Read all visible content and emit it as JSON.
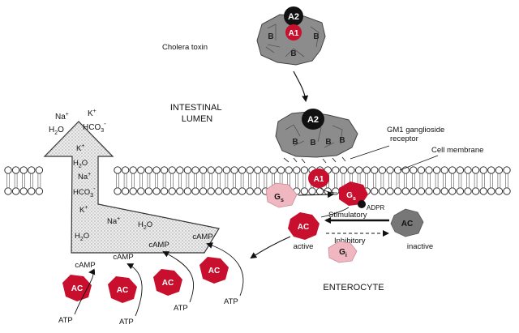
{
  "labels": {
    "toxin": "Cholera toxin",
    "lumen_line1": "INTESTINAL",
    "lumen_line2": "LUMEN",
    "receptor_line1": "GM1 ganglioside",
    "receptor_line2": "receptor",
    "membrane": "Cell membrane",
    "enterocyte": "ENTEROCYTE",
    "stimulatory": "Stimulatory",
    "inhibitory": "Inhibitory",
    "active": "active",
    "inactive": "inactive",
    "adpr": "ADPR"
  },
  "subunits": {
    "a2": "A2",
    "a1": "A1",
    "b": "B",
    "ac": "AC",
    "gs": "Gs",
    "gi": "Gi"
  },
  "ions": {
    "na": "Na",
    "k": "K",
    "plus": "+",
    "minus": "-",
    "h2o": "H2O",
    "hco3": "HCO3",
    "h": "H",
    "o": "O",
    "hco": "HCO",
    "sub2": "2",
    "sub3": "3"
  },
  "pathway": {
    "camp": "cAMP",
    "atp": "ATP"
  },
  "colors": {
    "red": "#c8102e",
    "black": "#111111",
    "dark_gray": "#6e6e6e",
    "mid_gray": "#9a9a9a",
    "light_gray": "#c9c9c9",
    "pink": "#f1b7c1"
  }
}
